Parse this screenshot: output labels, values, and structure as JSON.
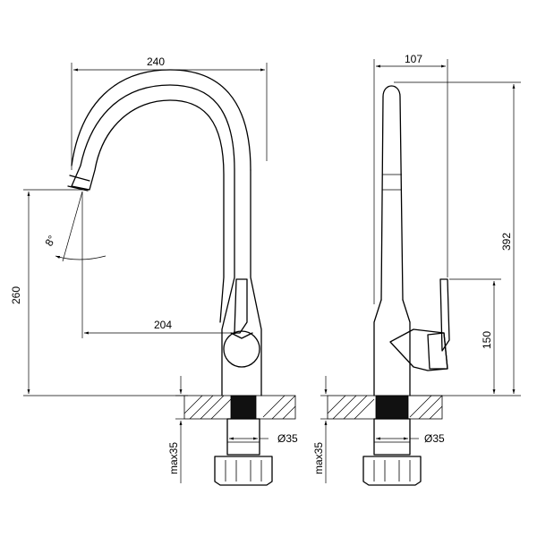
{
  "front_view": {
    "spout_reach": "240",
    "outlet_height": "260",
    "spout_to_body": "204",
    "spray_angle": "8°",
    "hole_diameter": "Ø35",
    "max_thickness": "max35"
  },
  "side_view": {
    "depth": "107",
    "total_height": "392",
    "handle_height": "150",
    "hole_diameter": "Ø35",
    "max_thickness": "max35"
  }
}
